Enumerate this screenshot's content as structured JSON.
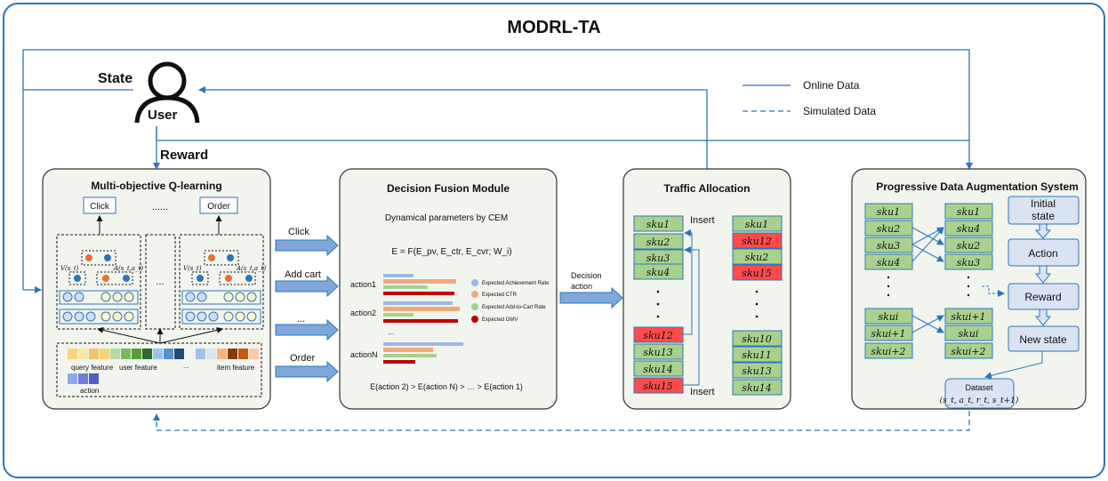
{
  "title": "MODRL-TA",
  "user": {
    "state_label": "State",
    "user_label": "User",
    "reward_label": "Reward"
  },
  "legend": {
    "online": "Online Data",
    "simulated": "Simulated Data"
  },
  "qlearning": {
    "title": "Multi-objective Q-learning",
    "click": "Click",
    "dots": "......",
    "order": "Order",
    "mid_dots": "...",
    "v_label": "V(s_t)",
    "a_label": "A(s_t,a_t)",
    "query_feature": "query feature",
    "user_feature": "user feature",
    "feat_dots": "...",
    "item_feature": "item feature",
    "action": "action"
  },
  "flows": {
    "click": "Click",
    "add_cart": "Add cart",
    "dots": "...",
    "order": "Order",
    "decision_action": "Decision action"
  },
  "fusion": {
    "title": "Decision Fusion Module",
    "subtitle": "Dynamical  parameters   by CEM",
    "formula": "E = F(E_pv, E_ctr, E_cvr; W_i)",
    "action1": "action1",
    "action2": "action2",
    "dots": "...",
    "actionN": "actionN",
    "legend": [
      "Expected Achievement Rate",
      "Expected CTR",
      "Expected Add-to-Cart Rate",
      "Expected GMV"
    ],
    "legend_colors": [
      "#9fb9e6",
      "#f0a97a",
      "#a8d08d",
      "#c00000"
    ],
    "comparison": "E(action  2) > E(action  N)  >  …  > E(action   1)"
  },
  "traffic": {
    "title": "Traffic Allocation",
    "insert_top": "Insert",
    "insert_bottom": "Insert",
    "left": [
      "sku1",
      "sku2",
      "sku3",
      "sku4",
      "sku12",
      "sku13",
      "sku14",
      "sku15"
    ],
    "right": [
      "sku1",
      "sku12",
      "sku2",
      "sku15",
      "sku10",
      "sku11",
      "sku13",
      "sku14"
    ]
  },
  "augmentation": {
    "title": "Progressive Data Augmentation System",
    "col1": [
      "sku1",
      "sku2",
      "sku3",
      "sku4",
      "skui",
      "skui+1",
      "skui+2"
    ],
    "col2": [
      "sku1",
      "sku4",
      "sku2",
      "sku3",
      "skui+1",
      "skui",
      "skui+2"
    ],
    "initial_state_1": "Initial",
    "initial_state_2": "state",
    "action": "Action",
    "reward": "Reward",
    "new_state": "New state",
    "dataset": "Dataset",
    "dataset_tuple": "(s_t, a_t, r_t, s_t+1)"
  },
  "colors": {
    "frame": "#2e75b6",
    "panel_fill": "#f1f5ee",
    "sku_green": "#a9d18e",
    "sku_red": "#ff4b4b",
    "state_box": "#dae3f3"
  }
}
